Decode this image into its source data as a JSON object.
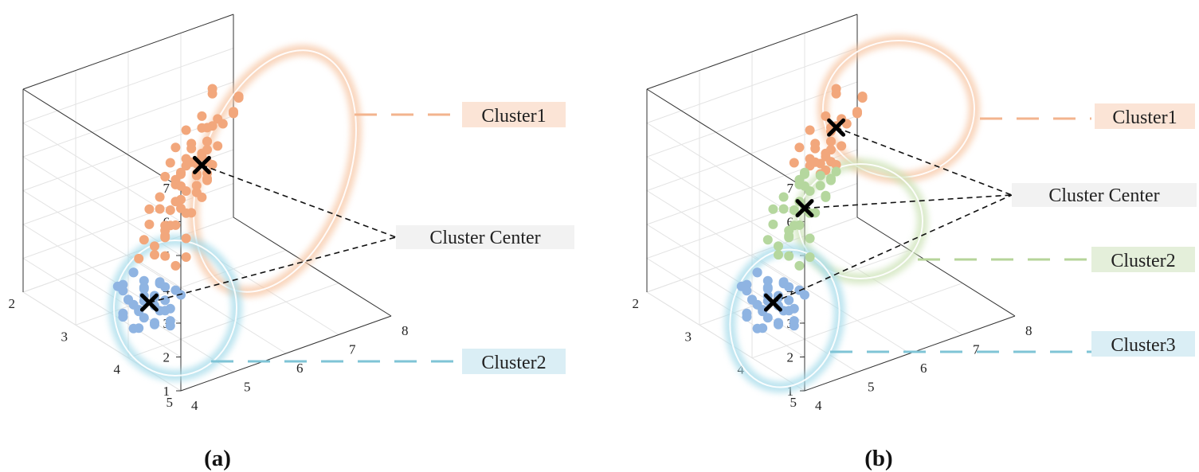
{
  "chart_data": [
    {
      "type": "scatter",
      "panel_label": "(a)",
      "x_ticks": [
        "4",
        "5",
        "6",
        "7",
        "8"
      ],
      "y_ticks": [
        "5",
        "4",
        "3",
        "2"
      ],
      "z_ticks": [
        "1",
        "2",
        "3",
        "4",
        "5",
        "6",
        "7"
      ],
      "xlim": [
        4,
        8
      ],
      "ylim": [
        2,
        5
      ],
      "zlim": [
        1,
        7
      ],
      "grid": true,
      "series": [
        {
          "name": "Cluster1",
          "color": "#f2a77c",
          "halo_color": "#f7c7a6",
          "label_bg": "#fbe4d6",
          "center": [
            6.4,
            3.0,
            4.4
          ],
          "points": [
            [
              6.5,
              3.1,
              6.7
            ],
            [
              6.6,
              3.0,
              6.4
            ],
            [
              7.0,
              3.1,
              6.2
            ],
            [
              7.1,
              3.0,
              6.0
            ],
            [
              6.3,
              3.1,
              6.0
            ],
            [
              6.8,
              3.2,
              5.9
            ],
            [
              6.9,
              3.1,
              5.8
            ],
            [
              6.1,
              3.0,
              5.6
            ],
            [
              6.5,
              3.1,
              5.6
            ],
            [
              6.7,
              3.0,
              5.6
            ],
            [
              6.2,
              3.3,
              5.5
            ],
            [
              6.6,
              2.9,
              5.3
            ],
            [
              6.1,
              3.1,
              5.3
            ],
            [
              5.9,
              3.0,
              5.2
            ],
            [
              6.4,
              3.1,
              5.2
            ],
            [
              6.2,
              3.0,
              5.0
            ],
            [
              6.3,
              3.1,
              4.9
            ],
            [
              5.8,
              3.0,
              4.8
            ],
            [
              6.5,
              3.0,
              4.8
            ],
            [
              6.7,
              3.0,
              4.8
            ],
            [
              6.0,
              3.1,
              4.7
            ],
            [
              6.2,
              2.9,
              4.6
            ],
            [
              6.4,
              3.1,
              4.6
            ],
            [
              6.1,
              3.2,
              4.5
            ],
            [
              6.3,
              3.0,
              4.5
            ],
            [
              6.5,
              2.9,
              4.5
            ],
            [
              5.8,
              3.1,
              4.4
            ],
            [
              6.0,
              3.0,
              4.4
            ],
            [
              6.2,
              3.1,
              4.3
            ],
            [
              6.6,
              3.0,
              4.3
            ],
            [
              6.1,
              2.9,
              4.2
            ],
            [
              6.3,
              3.2,
              4.2
            ],
            [
              5.9,
              3.0,
              4.1
            ],
            [
              6.4,
              3.1,
              4.1
            ],
            [
              6.0,
              3.0,
              4.0
            ],
            [
              6.2,
              3.1,
              4.0
            ],
            [
              5.6,
              3.0,
              3.9
            ],
            [
              5.7,
              3.3,
              3.8
            ],
            [
              6.1,
              3.0,
              3.8
            ],
            [
              5.5,
              3.1,
              3.7
            ],
            [
              5.9,
              3.0,
              3.6
            ],
            [
              6.3,
              3.1,
              3.6
            ],
            [
              5.5,
              2.9,
              3.5
            ],
            [
              5.8,
              3.0,
              3.4
            ],
            [
              6.0,
              3.1,
              3.3
            ],
            [
              5.4,
              3.0,
              3.2
            ],
            [
              5.7,
              3.1,
              3.1
            ],
            [
              6.2,
              3.0,
              3.1
            ],
            [
              5.5,
              3.2,
              3.0
            ],
            [
              5.9,
              3.0,
              2.9
            ],
            [
              5.3,
              3.0,
              2.8
            ],
            [
              5.6,
              3.1,
              2.8
            ],
            [
              5.8,
              2.9,
              2.7
            ],
            [
              5.5,
              3.0,
              2.5
            ],
            [
              5.4,
              3.1,
              2.4
            ],
            [
              6.1,
              3.0,
              2.4
            ],
            [
              5.2,
              3.0,
              2.3
            ],
            [
              5.7,
              3.0,
              2.1
            ],
            [
              6.0,
              3.1,
              2.0
            ],
            [
              5.9,
              3.0,
              1.7
            ],
            [
              5.6,
              3.1,
              4.6
            ],
            [
              6.0,
              3.2,
              4.9
            ],
            [
              6.5,
              3.0,
              4.1
            ],
            [
              5.7,
              3.0,
              3.0
            ],
            [
              6.4,
              3.0,
              5.5
            ],
            [
              6.8,
              3.0,
              5.4
            ],
            [
              6.0,
              3.0,
              3.6
            ],
            [
              6.2,
              3.1,
              3.8
            ]
          ]
        },
        {
          "name": "Cluster2",
          "color": "#8fb4e2",
          "halo_color": "#a6dbea",
          "label_bg": "#daeef5",
          "center": [
            5.0,
            3.4,
            1.5
          ],
          "points": [
            [
              4.8,
              3.3,
              2.4
            ],
            [
              4.9,
              3.4,
              2.2
            ],
            [
              5.1,
              3.6,
              2.1
            ],
            [
              5.0,
              3.1,
              2.1
            ],
            [
              4.7,
              3.2,
              2.0
            ],
            [
              5.2,
              3.4,
              2.0
            ],
            [
              4.9,
              3.6,
              1.9
            ],
            [
              5.0,
              3.5,
              1.8
            ],
            [
              5.3,
              3.3,
              1.8
            ],
            [
              4.6,
              3.4,
              1.8
            ],
            [
              4.8,
              3.0,
              1.7
            ],
            [
              5.1,
              3.2,
              1.7
            ],
            [
              5.4,
              3.6,
              1.7
            ],
            [
              4.9,
              3.4,
              1.6
            ],
            [
              5.0,
              3.3,
              1.6
            ],
            [
              4.7,
              3.5,
              1.5
            ],
            [
              5.2,
              3.1,
              1.5
            ],
            [
              5.1,
              3.6,
              1.4
            ],
            [
              4.8,
              3.4,
              1.4
            ],
            [
              5.3,
              3.4,
              1.4
            ],
            [
              4.9,
              3.2,
              1.3
            ],
            [
              5.1,
              3.5,
              1.3
            ],
            [
              4.6,
              3.3,
              1.2
            ],
            [
              5.0,
              3.0,
              1.2
            ],
            [
              5.2,
              3.3,
              1.2
            ],
            [
              4.9,
              3.6,
              1.1
            ],
            [
              5.4,
              3.4,
              1.1
            ],
            [
              4.8,
              3.1,
              1.0
            ],
            [
              5.0,
              3.5,
              1.0
            ],
            [
              4.7,
              3.4,
              0.9
            ],
            [
              5.2,
              3.6,
              0.9
            ],
            [
              5.1,
              3.2,
              0.8
            ],
            [
              4.9,
              3.3,
              0.7
            ],
            [
              5.5,
              2.4,
              0.6
            ],
            [
              5.1,
              3.8,
              2.2
            ],
            [
              4.9,
              3.9,
              1.5
            ]
          ]
        }
      ],
      "annotations": [
        "Cluster Center"
      ]
    },
    {
      "type": "scatter",
      "panel_label": "(b)",
      "x_ticks": [
        "4",
        "5",
        "6",
        "7",
        "8"
      ],
      "y_ticks": [
        "5",
        "4",
        "3",
        "2"
      ],
      "z_ticks": [
        "1",
        "2",
        "3",
        "4",
        "5",
        "6",
        "7"
      ],
      "xlim": [
        4,
        8
      ],
      "ylim": [
        2,
        5
      ],
      "zlim": [
        1,
        7
      ],
      "grid": true,
      "series": [
        {
          "name": "Cluster1",
          "color": "#f2a77c",
          "halo_color": "#f7c7a6",
          "label_bg": "#fbe4d6",
          "center": [
            6.6,
            3.0,
            5.4
          ],
          "points": [
            [
              6.5,
              3.1,
              6.7
            ],
            [
              6.6,
              3.0,
              6.4
            ],
            [
              7.0,
              3.1,
              6.2
            ],
            [
              7.1,
              3.0,
              6.0
            ],
            [
              6.3,
              3.1,
              6.0
            ],
            [
              6.8,
              3.2,
              5.9
            ],
            [
              6.9,
              3.1,
              5.8
            ],
            [
              6.1,
              3.0,
              5.6
            ],
            [
              6.5,
              3.1,
              5.6
            ],
            [
              6.7,
              3.0,
              5.6
            ],
            [
              6.2,
              3.3,
              5.5
            ],
            [
              6.6,
              2.9,
              5.3
            ],
            [
              6.1,
              3.1,
              5.3
            ],
            [
              5.9,
              3.0,
              5.2
            ],
            [
              6.4,
              3.1,
              5.2
            ],
            [
              6.2,
              3.0,
              5.0
            ],
            [
              6.3,
              3.1,
              4.9
            ],
            [
              5.8,
              3.0,
              4.8
            ],
            [
              6.5,
              3.0,
              4.8
            ],
            [
              6.7,
              3.0,
              4.8
            ],
            [
              6.0,
              3.1,
              4.7
            ],
            [
              6.2,
              2.9,
              4.6
            ],
            [
              6.4,
              3.1,
              4.6
            ],
            [
              6.1,
              3.2,
              4.5
            ],
            [
              6.3,
              3.0,
              4.5
            ],
            [
              6.5,
              2.9,
              4.5
            ],
            [
              6.6,
              3.0,
              4.3
            ],
            [
              6.4,
              3.1,
              5.5
            ],
            [
              6.8,
              3.0,
              5.4
            ],
            [
              6.0,
              3.2,
              4.9
            ],
            [
              6.3,
              3.1,
              4.4
            ]
          ]
        },
        {
          "name": "Cluster2",
          "color": "#b5d79e",
          "halo_color": "#cde3b8",
          "label_bg": "#e4efda",
          "center": [
            5.9,
            3.1,
            3.5
          ],
          "points": [
            [
              5.8,
              3.1,
              4.4
            ],
            [
              6.0,
              3.0,
              4.4
            ],
            [
              6.2,
              3.1,
              4.3
            ],
            [
              6.1,
              2.9,
              4.2
            ],
            [
              6.3,
              3.2,
              4.2
            ],
            [
              5.9,
              3.0,
              4.1
            ],
            [
              6.4,
              3.1,
              4.1
            ],
            [
              6.0,
              3.0,
              4.0
            ],
            [
              6.2,
              3.1,
              4.0
            ],
            [
              5.6,
              3.0,
              3.9
            ],
            [
              5.7,
              3.3,
              3.8
            ],
            [
              6.1,
              3.0,
              3.8
            ],
            [
              5.5,
              3.1,
              3.7
            ],
            [
              5.9,
              3.0,
              3.6
            ],
            [
              6.3,
              3.1,
              3.6
            ],
            [
              5.5,
              2.9,
              3.5
            ],
            [
              5.8,
              3.0,
              3.4
            ],
            [
              6.0,
              3.1,
              3.3
            ],
            [
              5.4,
              3.0,
              3.2
            ],
            [
              5.7,
              3.1,
              3.1
            ],
            [
              6.2,
              3.0,
              3.1
            ],
            [
              5.5,
              3.2,
              3.0
            ],
            [
              5.9,
              3.0,
              2.9
            ],
            [
              5.3,
              3.0,
              2.8
            ],
            [
              5.6,
              3.1,
              2.8
            ],
            [
              5.8,
              2.9,
              2.7
            ],
            [
              5.5,
              3.0,
              2.5
            ],
            [
              5.4,
              3.1,
              2.4
            ],
            [
              6.1,
              3.0,
              2.4
            ],
            [
              5.7,
              3.0,
              2.1
            ],
            [
              6.0,
              3.1,
              2.0
            ],
            [
              5.9,
              3.0,
              1.7
            ],
            [
              6.6,
              3.0,
              4.1
            ],
            [
              6.4,
              3.0,
              3.5
            ]
          ]
        },
        {
          "name": "Cluster3",
          "color": "#8fb4e2",
          "halo_color": "#a6dbea",
          "label_bg": "#daeef5",
          "center": [
            5.0,
            3.4,
            1.5
          ],
          "points": [
            [
              4.8,
              3.3,
              2.4
            ],
            [
              4.9,
              3.4,
              2.2
            ],
            [
              5.1,
              3.6,
              2.1
            ],
            [
              5.0,
              3.1,
              2.1
            ],
            [
              4.7,
              3.2,
              2.0
            ],
            [
              5.2,
              3.4,
              2.0
            ],
            [
              4.9,
              3.6,
              1.9
            ],
            [
              5.0,
              3.5,
              1.8
            ],
            [
              5.3,
              3.3,
              1.8
            ],
            [
              4.6,
              3.4,
              1.8
            ],
            [
              4.8,
              3.0,
              1.7
            ],
            [
              5.1,
              3.2,
              1.7
            ],
            [
              5.4,
              3.6,
              1.7
            ],
            [
              4.9,
              3.4,
              1.6
            ],
            [
              5.0,
              3.3,
              1.6
            ],
            [
              4.7,
              3.5,
              1.5
            ],
            [
              5.2,
              3.1,
              1.5
            ],
            [
              5.1,
              3.6,
              1.4
            ],
            [
              4.8,
              3.4,
              1.4
            ],
            [
              5.3,
              3.4,
              1.4
            ],
            [
              4.9,
              3.2,
              1.3
            ],
            [
              5.1,
              3.5,
              1.3
            ],
            [
              4.6,
              3.3,
              1.2
            ],
            [
              5.0,
              3.0,
              1.2
            ],
            [
              5.2,
              3.3,
              1.2
            ],
            [
              4.9,
              3.6,
              1.1
            ],
            [
              5.4,
              3.4,
              1.1
            ],
            [
              4.8,
              3.1,
              1.0
            ],
            [
              5.0,
              3.5,
              1.0
            ],
            [
              4.7,
              3.4,
              0.9
            ],
            [
              5.2,
              3.6,
              0.9
            ],
            [
              5.1,
              3.2,
              0.8
            ],
            [
              4.9,
              3.3,
              0.7
            ],
            [
              5.5,
              2.4,
              0.6
            ],
            [
              5.1,
              3.8,
              2.2
            ],
            [
              4.9,
              3.9,
              1.5
            ]
          ]
        }
      ],
      "annotations": [
        "Cluster Center"
      ]
    }
  ]
}
